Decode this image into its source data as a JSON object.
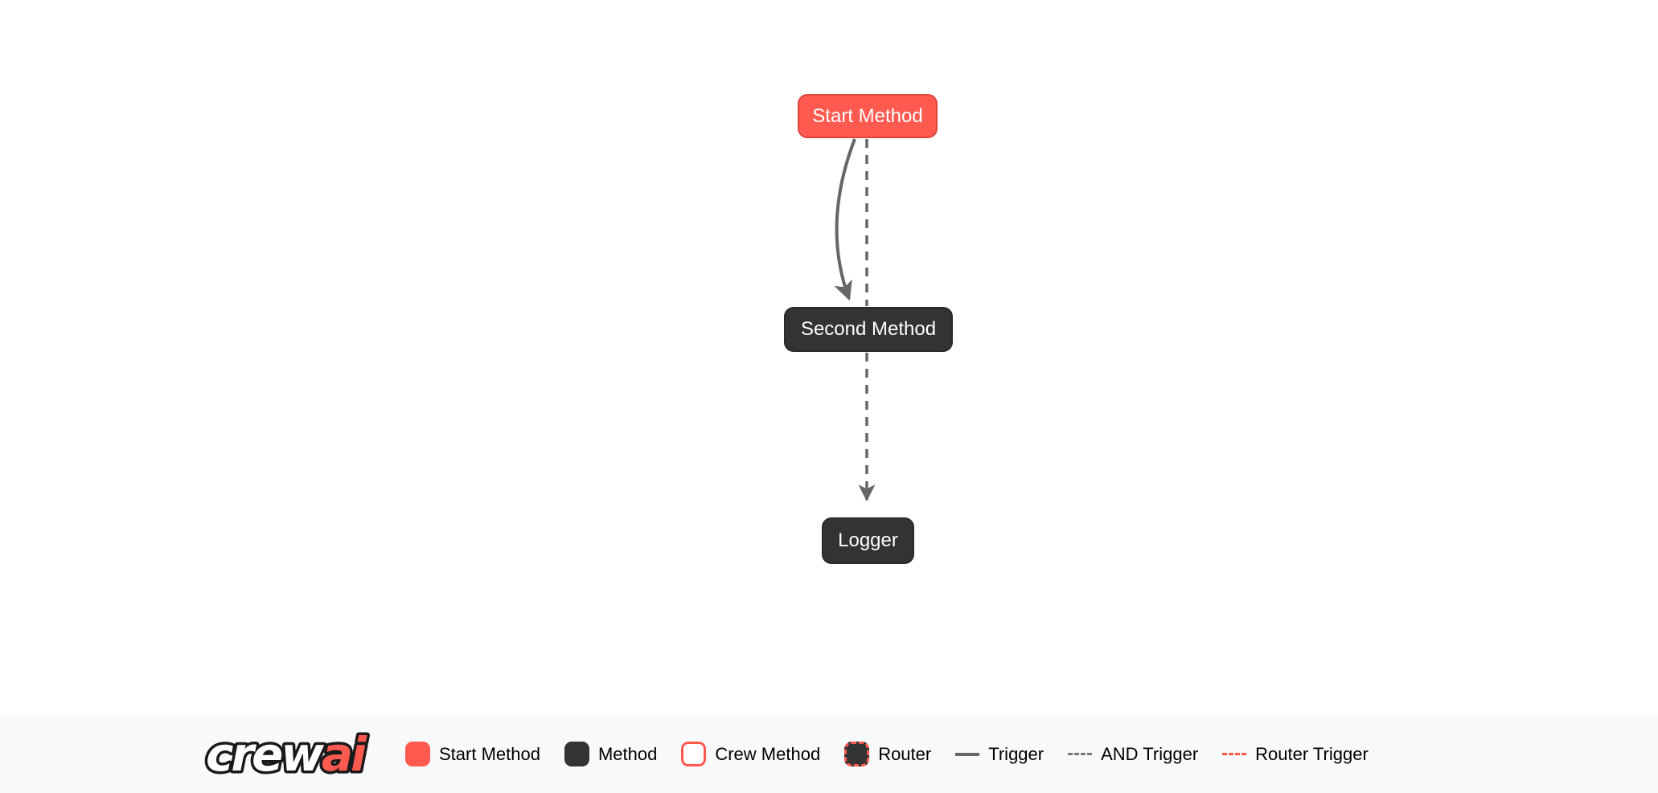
{
  "diagram": {
    "nodes": [
      {
        "id": "start",
        "label": "Start Method",
        "type": "start-method"
      },
      {
        "id": "second",
        "label": "Second Method",
        "type": "method"
      },
      {
        "id": "logger",
        "label": "Logger",
        "type": "method"
      }
    ],
    "edges": [
      {
        "from": "Start Method",
        "to": "Second Method",
        "style": "solid",
        "curved": true,
        "type": "trigger"
      },
      {
        "from": "Start Method",
        "to": "Second Method",
        "style": "dashed",
        "curved": false,
        "type": "and-trigger"
      },
      {
        "from": "Second Method",
        "to": "Logger",
        "style": "dashed",
        "curved": false,
        "type": "and-trigger"
      }
    ]
  },
  "footer": {
    "logo": {
      "part1": "crew",
      "part2": "ai"
    },
    "legend": [
      {
        "label": "Start Method",
        "swatch": "start-method-box"
      },
      {
        "label": "Method",
        "swatch": "method-box"
      },
      {
        "label": "Crew Method",
        "swatch": "crew-method-box"
      },
      {
        "label": "Router",
        "swatch": "router-box"
      },
      {
        "label": "Trigger",
        "swatch": "solid-line"
      },
      {
        "label": "AND Trigger",
        "swatch": "dashed-line"
      },
      {
        "label": "Router Trigger",
        "swatch": "dashed-red-line"
      }
    ]
  },
  "colors": {
    "accent_red": "#ff5a50",
    "node_dark": "#333333",
    "edge_gray": "#666666",
    "footer_bg": "#f8f9fa",
    "canvas_bg": "#ffffff",
    "node_text": "#ffffff",
    "legend_text": "#000000"
  }
}
